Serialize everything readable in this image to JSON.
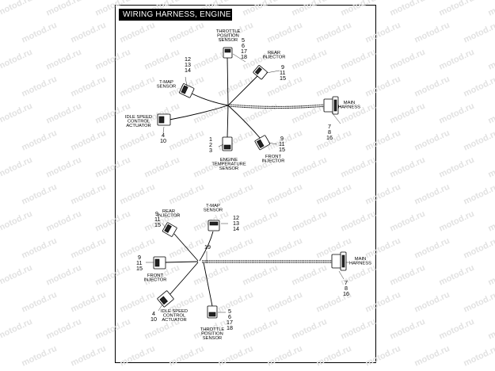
{
  "title": "WIRING HARNESS, ENGINE",
  "watermark": "motod.ru",
  "top": {
    "throttle": {
      "name": [
        "THROTTLE",
        "POSITION",
        "SENSOR"
      ],
      "nums": [
        "5",
        "6",
        "17",
        "18"
      ]
    },
    "rear": {
      "name": [
        "REAR",
        "INJECTOR"
      ],
      "nums": [
        "9",
        "11",
        "15"
      ]
    },
    "tmap": {
      "name": [
        "T-MAP",
        "SENSOR"
      ],
      "nums": [
        "12",
        "13",
        "14"
      ]
    },
    "idle": {
      "name": [
        "IDLE SPEED",
        "CONTROL",
        "ACTUATOR"
      ],
      "nums": [
        "4",
        "10"
      ]
    },
    "temp": {
      "name": [
        "ENGINE",
        "TEMPERATURE",
        "SENSOR"
      ],
      "nums": [
        "1",
        "2",
        "3"
      ]
    },
    "front": {
      "name": [
        "FRONT",
        "INJECTOR"
      ],
      "nums": [
        "9",
        "11",
        "15"
      ]
    },
    "main": {
      "name": [
        "MAIN",
        "HARNESS"
      ],
      "nums": [
        "7",
        "8",
        "16"
      ]
    }
  },
  "bottom": {
    "rear": {
      "name": [
        "REAR",
        "INJECTOR"
      ],
      "nums": [
        "9",
        "11",
        "15"
      ]
    },
    "tmap": {
      "name": [
        "T-MAP",
        "SENSOR"
      ],
      "nums": [
        "12",
        "13",
        "14"
      ]
    },
    "center": {
      "num": "19"
    },
    "front": {
      "name": [
        "FRONT",
        "INJECTOR"
      ],
      "nums": [
        "9",
        "11",
        "15"
      ]
    },
    "main": {
      "name": [
        "MAIN",
        "HARNESS"
      ],
      "nums": [
        "7",
        "8",
        "16"
      ]
    },
    "idle": {
      "name": [
        "IDLE SPEED",
        "CONTROL",
        "ACTUATOR"
      ],
      "nums": [
        "4",
        "10"
      ]
    },
    "throttle": {
      "name": [
        "THROTTLE",
        "POSITION",
        "SENSOR"
      ],
      "nums": [
        "5",
        "6",
        "17",
        "18"
      ]
    }
  }
}
